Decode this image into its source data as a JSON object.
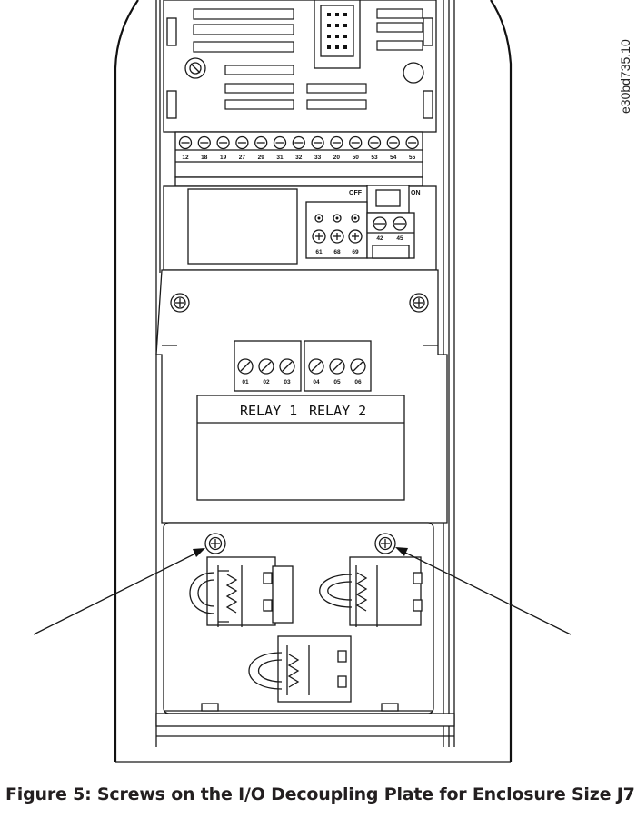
{
  "document_id": "e30bd735.10",
  "caption": "Figure 5: Screws on the I/O Decoupling Plate for Enclosure Size J7",
  "relay_labels": [
    "RELAY 1",
    "RELAY 2"
  ],
  "switch_labels": {
    "off": "OFF",
    "on": "ON"
  },
  "top_terminals": [
    "12",
    "18",
    "19",
    "27",
    "29",
    "31",
    "32",
    "33",
    "20",
    "50",
    "53",
    "54",
    "55"
  ],
  "small_block_top": [
    "42",
    "45"
  ],
  "small_block_bottom": [
    "61",
    "68",
    "69"
  ],
  "relay1_terminals": [
    "01",
    "02",
    "03"
  ],
  "relay2_terminals": [
    "04",
    "05",
    "06"
  ]
}
